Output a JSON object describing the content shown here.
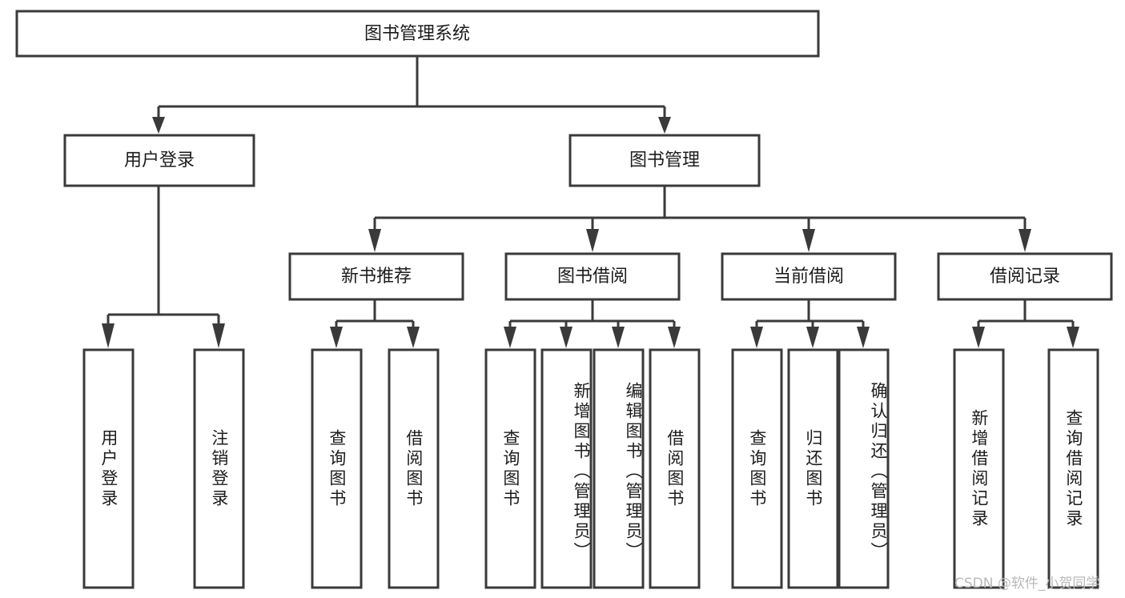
{
  "diagram": {
    "title": "图书管理系统",
    "watermark": "CSDN @软件_小贺同学",
    "colors": {
      "stroke": "#3a3a3a",
      "box_fill": "#ffffff",
      "text": "#1c1c1c",
      "background": "#ffffff",
      "watermark": "#b9b9b9"
    },
    "root": {
      "label": "图书管理系统"
    },
    "level2": [
      {
        "label": "用户登录"
      },
      {
        "label": "图书管理"
      }
    ],
    "level3": [
      {
        "label": "新书推荐"
      },
      {
        "label": "图书借阅"
      },
      {
        "label": "当前借阅"
      },
      {
        "label": "借阅记录"
      }
    ],
    "leaves": {
      "user_login": [
        {
          "label": "用户登录"
        },
        {
          "label": "注销登录"
        }
      ],
      "new_book": [
        {
          "label": "查询图书"
        },
        {
          "label": "借阅图书"
        }
      ],
      "book_borrow": [
        {
          "label": "查询图书"
        },
        {
          "label": "新增图书（管理员）"
        },
        {
          "label": "编辑图书（管理员）"
        },
        {
          "label": "借阅图书"
        }
      ],
      "current_borrow": [
        {
          "label": "查询图书"
        },
        {
          "label": "归还图书"
        },
        {
          "label": "确认归还（管理员）"
        }
      ],
      "borrow_record": [
        {
          "label": "新增借阅记录"
        },
        {
          "label": "查询借阅记录"
        }
      ]
    }
  }
}
